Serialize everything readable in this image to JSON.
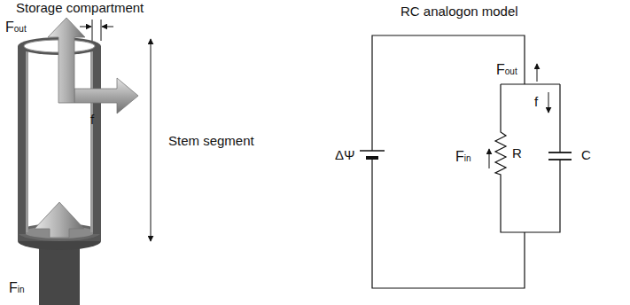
{
  "diagram": {
    "labels": [
      "Storage compartment",
      "Fout",
      "f",
      "Stem segment",
      "Fin",
      "RC analogon model",
      "Fout",
      "ΔΨ",
      "Fin",
      "R",
      "f",
      "C"
    ]
  }
}
